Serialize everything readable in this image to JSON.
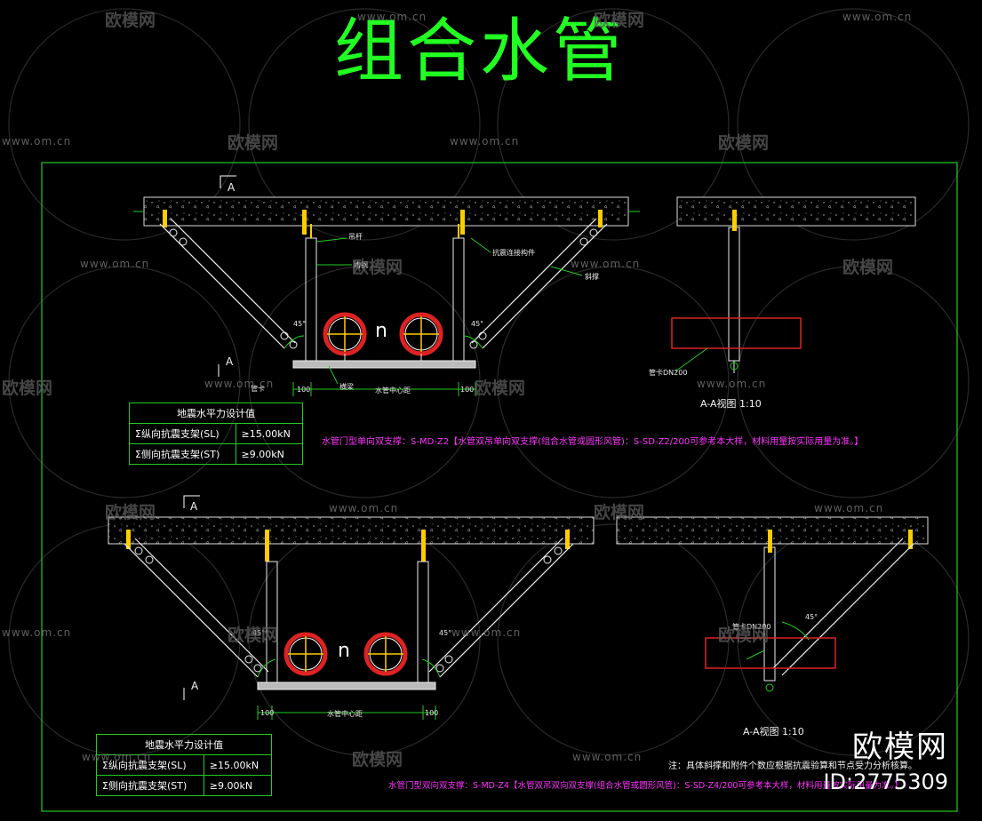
{
  "title": "组合水管",
  "section_marks": {
    "label": "A"
  },
  "top": {
    "pipe_symbol": "n",
    "labels": {
      "hanger_rod": "吊杆",
      "connector": "抗震连接构件",
      "channel": "槽钢",
      "brace": "斜撑",
      "beam": "横梁",
      "clamp": "管卡",
      "spacing": "水管中心距",
      "dim_left": "100",
      "dim_right": "100",
      "angle_left": "45°",
      "angle_right": "45°"
    },
    "table": {
      "header": "地震水平力设计值",
      "rows": [
        {
          "name": "Σ纵向抗震支架(SL)",
          "value": "≥15.00kN"
        },
        {
          "name": "Σ侧向抗震支架(ST)",
          "value": "≥9.00kN"
        }
      ]
    },
    "note": "水管门型单向双支撑：S-MD-Z2【水管双吊单向双支撑(组合水管或圆形风管)：S-SD-Z2/200可参考本大样，材料用量按实际用量为准。】",
    "aa_title": "A-A视图 1:10",
    "aa_label": "管卡DN200"
  },
  "bottom": {
    "pipe_symbol": "n",
    "labels": {
      "spacing": "水管中心距",
      "dim_left": "100",
      "dim_right": "100",
      "angle_left": "45°",
      "angle_right": "45°",
      "aa_angle": "45°",
      "aa_label": "管卡DN200"
    },
    "table": {
      "header": "地震水平力设计值",
      "rows": [
        {
          "name": "Σ纵向抗震支架(SL)",
          "value": "≥15.00kN"
        },
        {
          "name": "Σ侧向抗震支架(ST)",
          "value": "≥9.00kN"
        }
      ]
    },
    "note_general": "注：具体斜撑和附件个数应根据抗震验算和节点受力分析核算。",
    "note": "水管门型双向双支撑：S-MD-Z4【水管双吊双向双支撑(组合水管或圆形风管)：S-SD-Z4/200可参考本大样，材料用量按实际用量为准。】",
    "aa_title": "A-A视图 1:10"
  },
  "watermark": {
    "site": "www.om.cn",
    "cn": "欧模网"
  },
  "brand": {
    "name": "欧模网",
    "id": "ID:2775309"
  },
  "colors": {
    "frame": "#22cc22",
    "title": "#22ff22",
    "note": "#ff33ff",
    "pipe": "#cc2222",
    "slab": "#cfcfcf"
  }
}
